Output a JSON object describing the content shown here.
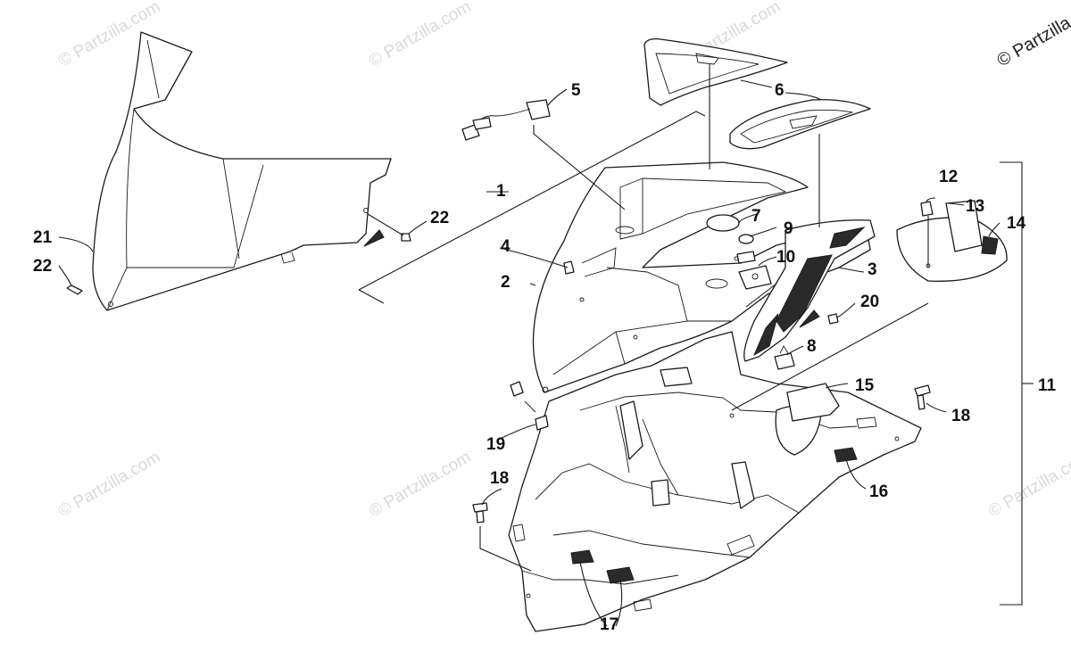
{
  "watermark": {
    "text": "© Partzilla.com",
    "copyright": "© Partzilla"
  },
  "callouts": [
    {
      "id": "c1",
      "label": "1"
    },
    {
      "id": "c2",
      "label": "2"
    },
    {
      "id": "c3",
      "label": "3"
    },
    {
      "id": "c4",
      "label": "4"
    },
    {
      "id": "c5",
      "label": "5"
    },
    {
      "id": "c6",
      "label": "6"
    },
    {
      "id": "c7",
      "label": "7"
    },
    {
      "id": "c8",
      "label": "8"
    },
    {
      "id": "c9",
      "label": "9"
    },
    {
      "id": "c10",
      "label": "10"
    },
    {
      "id": "c11",
      "label": "11"
    },
    {
      "id": "c12",
      "label": "12"
    },
    {
      "id": "c13",
      "label": "13"
    },
    {
      "id": "c14",
      "label": "14"
    },
    {
      "id": "c15",
      "label": "15"
    },
    {
      "id": "c16",
      "label": "16"
    },
    {
      "id": "c17",
      "label": "17"
    },
    {
      "id": "c18a",
      "label": "18"
    },
    {
      "id": "c18b",
      "label": "18"
    },
    {
      "id": "c19",
      "label": "19"
    },
    {
      "id": "c20",
      "label": "20"
    },
    {
      "id": "c21",
      "label": "21"
    },
    {
      "id": "c22a",
      "label": "22"
    },
    {
      "id": "c22b",
      "label": "22"
    }
  ]
}
